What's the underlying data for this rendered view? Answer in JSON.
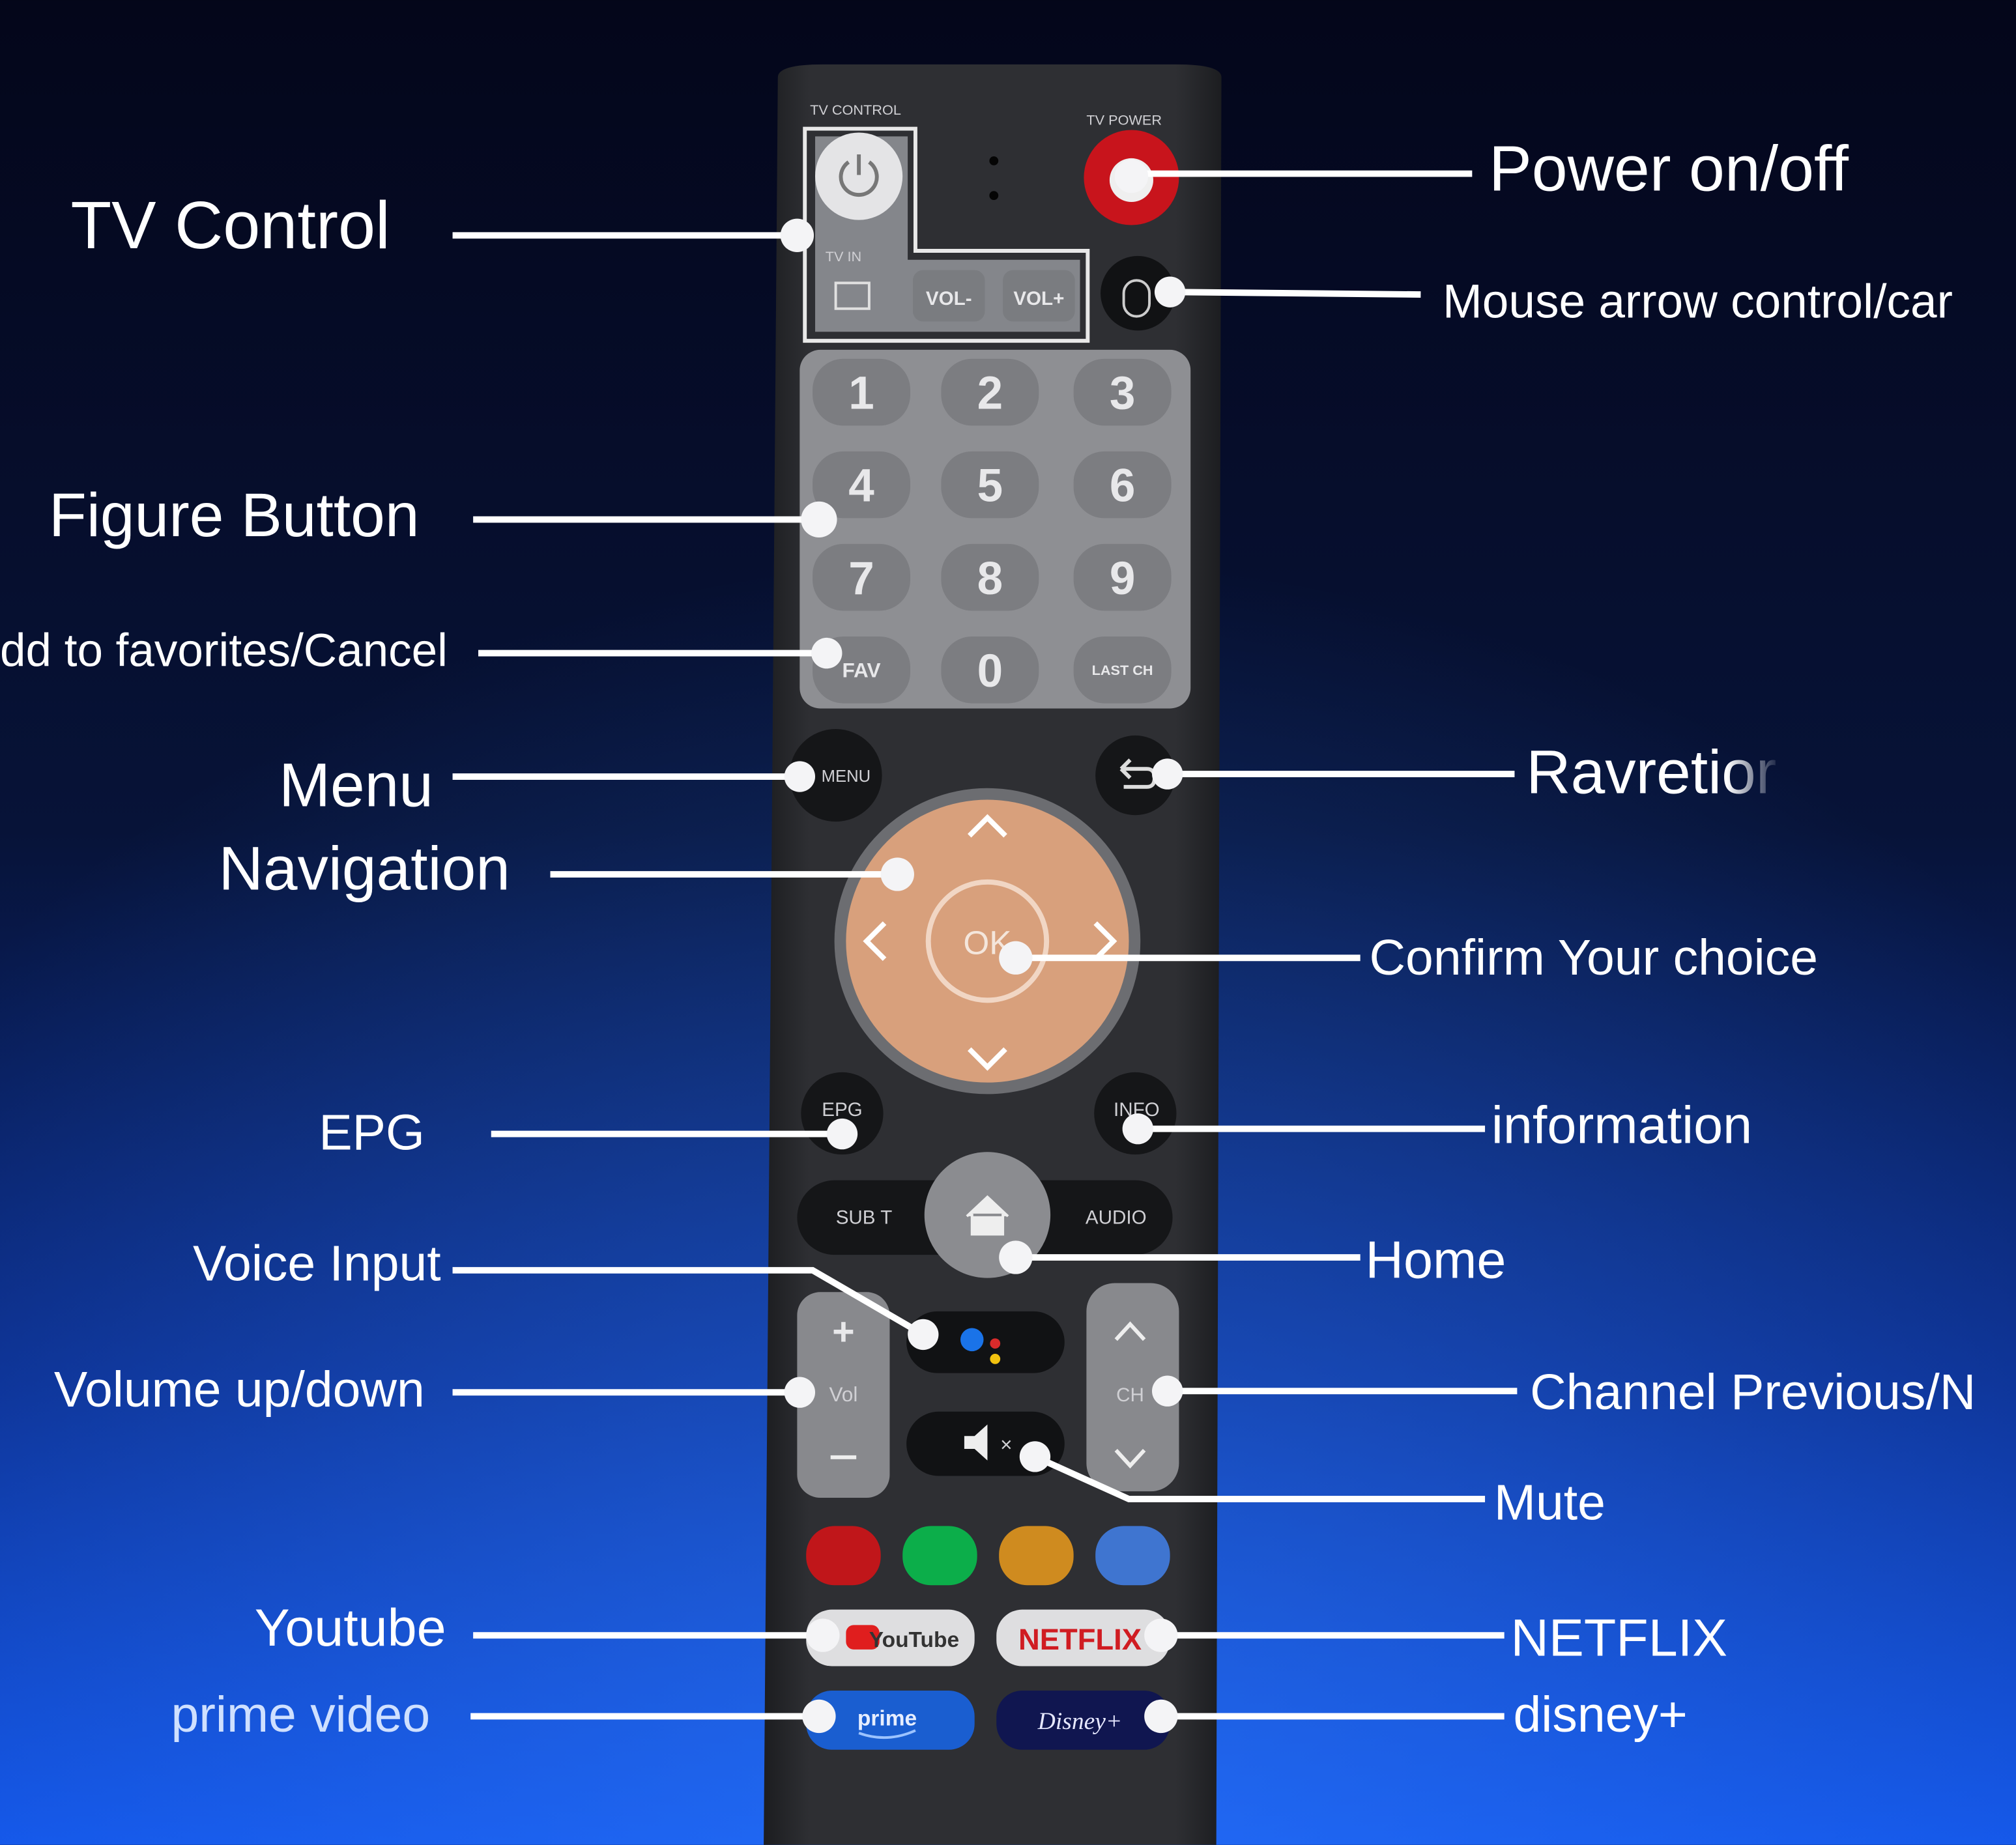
{
  "remote": {
    "tv_control_caption": "TV CONTROL",
    "power_caption": "TV POWER",
    "tv_in_caption": "TV IN",
    "vol_minus": "VOL-",
    "vol_plus": "VOL+",
    "digits": [
      "1",
      "2",
      "3",
      "4",
      "5",
      "6",
      "7",
      "8",
      "9"
    ],
    "fav": "FAV",
    "zero": "0",
    "last_ch": "LAST CH",
    "menu": "MENU",
    "ok": "OK",
    "epg": "EPG",
    "info": "INFO",
    "subt": "SUB T",
    "audio": "AUDIO",
    "vol_rocker": "Vol",
    "ch_rocker": "CH",
    "youtube": "YouTube",
    "netflix": "NETFLIX",
    "prime": "prime",
    "disney": "Disney+",
    "color_keys": [
      "#c0161a",
      "#0cae4a",
      "#cf8b1f",
      "#3f75d0"
    ]
  },
  "labels": {
    "tv_control": "TV Control",
    "power": "Power on/off",
    "mouse": "Mouse arrow control/car",
    "figure": "Figure Button",
    "favorites": "dd to favorites/Cancel",
    "menu": "Menu",
    "navigation": "Navigation",
    "return": "Ravretior",
    "confirm": "Confirm Your choice",
    "epg": "EPG",
    "information": "information",
    "voice": "Voice Input",
    "home": "Home",
    "volume": "Volume up/down",
    "channel": "Channel Previous/N",
    "mute": "Mute",
    "youtube": "Youtube",
    "netflix": "NETFLIX",
    "prime": "prime video",
    "disney": "disney+"
  }
}
